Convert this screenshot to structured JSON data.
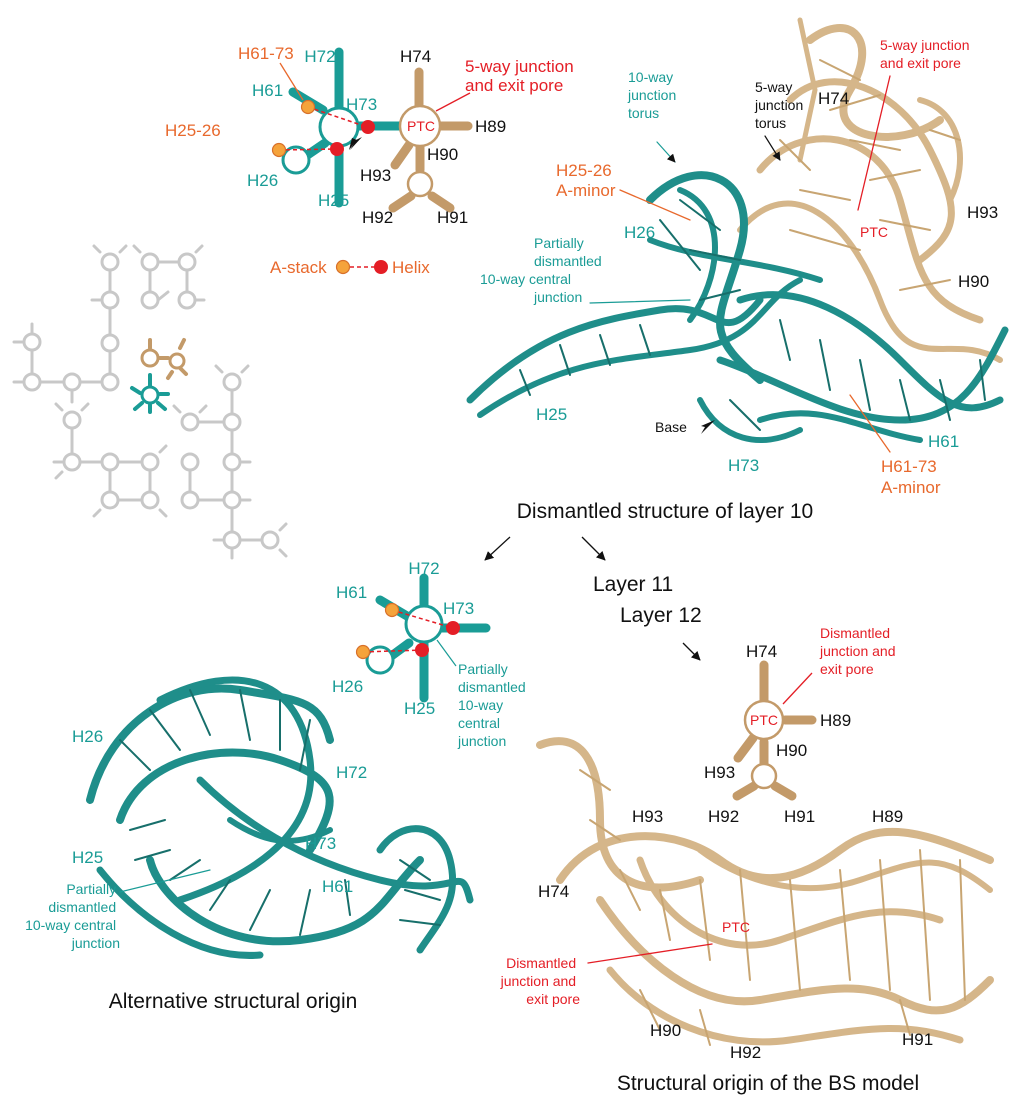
{
  "colors": {
    "teal": "#1a9c96",
    "teal_dark": "#0f6f6b",
    "tan": "#c39a69",
    "tan_light": "#e2c9a2",
    "orange": "#e8692d",
    "red": "#e41e26",
    "gray": "#c8c8c8"
  },
  "top_schematic": {
    "labels": {
      "h72": "H72",
      "h74": "H74",
      "h61_73": "H61-73",
      "h61": "H61",
      "h73": "H73",
      "ptc": "PTC",
      "h89": "H89",
      "h25_26": "H25-26",
      "h90": "H90",
      "h26": "H26",
      "h93": "H93",
      "h25": "H25",
      "h92": "H92",
      "h91": "H91"
    },
    "note": "5-way junction\nand exit pore",
    "legend": {
      "left": "A-stack",
      "right": "Helix"
    }
  },
  "layer10_structure": {
    "labels": {
      "ten_way_torus": "10-way\njunction\ntorus",
      "five_way_torus": "5-way\njunction\ntorus",
      "h74": "H74",
      "five_way_exit": "5-way junction\nand exit pore",
      "h25_26_aminor": "H25-26\nA-minor",
      "h93": "H93",
      "h26": "H26",
      "ptc": "PTC",
      "partially": "Partially\ndismantled\n10-way central\njunction",
      "h90": "H90",
      "h25": "H25",
      "base": "Base",
      "h61": "H61",
      "h73": "H73",
      "h61_73_aminor": "H61-73\nA-minor"
    },
    "caption": "Dismantled structure of layer 10"
  },
  "layers": {
    "layer11": "Layer 11",
    "layer12": "Layer 12"
  },
  "middle_schematic": {
    "labels": {
      "h72": "H72",
      "h61": "H61",
      "h73": "H73",
      "h26": "H26",
      "h25": "H25"
    },
    "note": "Partially\ndismantled\n10-way\ncentral\njunction"
  },
  "alt_structure": {
    "labels": {
      "h26": "H26",
      "h72": "H72",
      "h73": "H73",
      "h25": "H25",
      "h61": "H61"
    },
    "note": "Partially\ndismantled\n10-way central\njunction",
    "caption": "Alternative structural origin"
  },
  "bs_schematic": {
    "labels": {
      "h74": "H74",
      "ptc": "PTC",
      "h89": "H89",
      "h90": "H90",
      "h93": "H93",
      "h92": "H92",
      "h91": "H91"
    },
    "note": "Dismantled\njunction and\nexit pore"
  },
  "bs_structure": {
    "labels": {
      "h93": "H93",
      "h89": "H89",
      "h74": "H74",
      "ptc": "PTC",
      "h90": "H90",
      "h92": "H92",
      "h91": "H91"
    },
    "note": "Dismantled\njunction and\nexit pore",
    "caption": "Structural origin of the BS model"
  }
}
